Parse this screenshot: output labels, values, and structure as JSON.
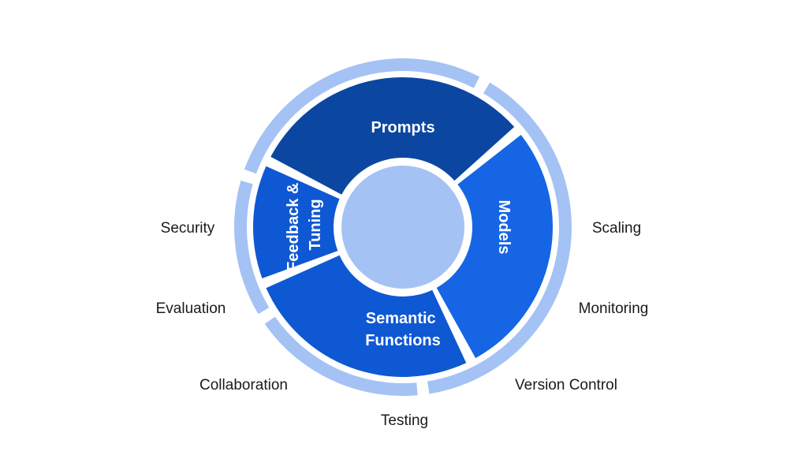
{
  "colors": {
    "outer_ring": "#a4c2f4",
    "hub": "#a4c2f4",
    "prompts": "#0b47a1",
    "models": "#1565e5",
    "semantic_functions": "#0f58d3",
    "feedback_tuning": "#0f58d3",
    "outer_text": "#1a1a1a",
    "segment_text": "#ffffff"
  },
  "segments": {
    "prompts": {
      "lines": [
        "Prompts"
      ]
    },
    "models": {
      "lines": [
        "Models"
      ]
    },
    "semantic_functions": {
      "lines": [
        "Semantic",
        "Functions"
      ]
    },
    "feedback_tuning": {
      "lines": [
        "Feedback &",
        "Tuning"
      ]
    }
  },
  "outer_labels": {
    "security": "Security",
    "evaluation": "Evaluation",
    "collaboration": "Collaboration",
    "testing": "Testing",
    "version_control": "Version Control",
    "monitoring": "Monitoring",
    "scaling": "Scaling"
  }
}
